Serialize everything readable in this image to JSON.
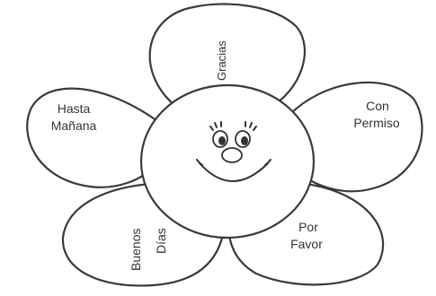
{
  "petals": {
    "top": "Gracias",
    "upper_left": [
      "Hasta",
      "Mañana"
    ],
    "upper_right": [
      "Con",
      "Permiso"
    ],
    "lower_left": [
      "Buenos",
      "Días"
    ],
    "lower_right": [
      "Por",
      "Favor"
    ]
  },
  "center_icon": "smiley-face-icon",
  "colors": {
    "outline": "#3a3a3a",
    "background": "#ffffff"
  }
}
